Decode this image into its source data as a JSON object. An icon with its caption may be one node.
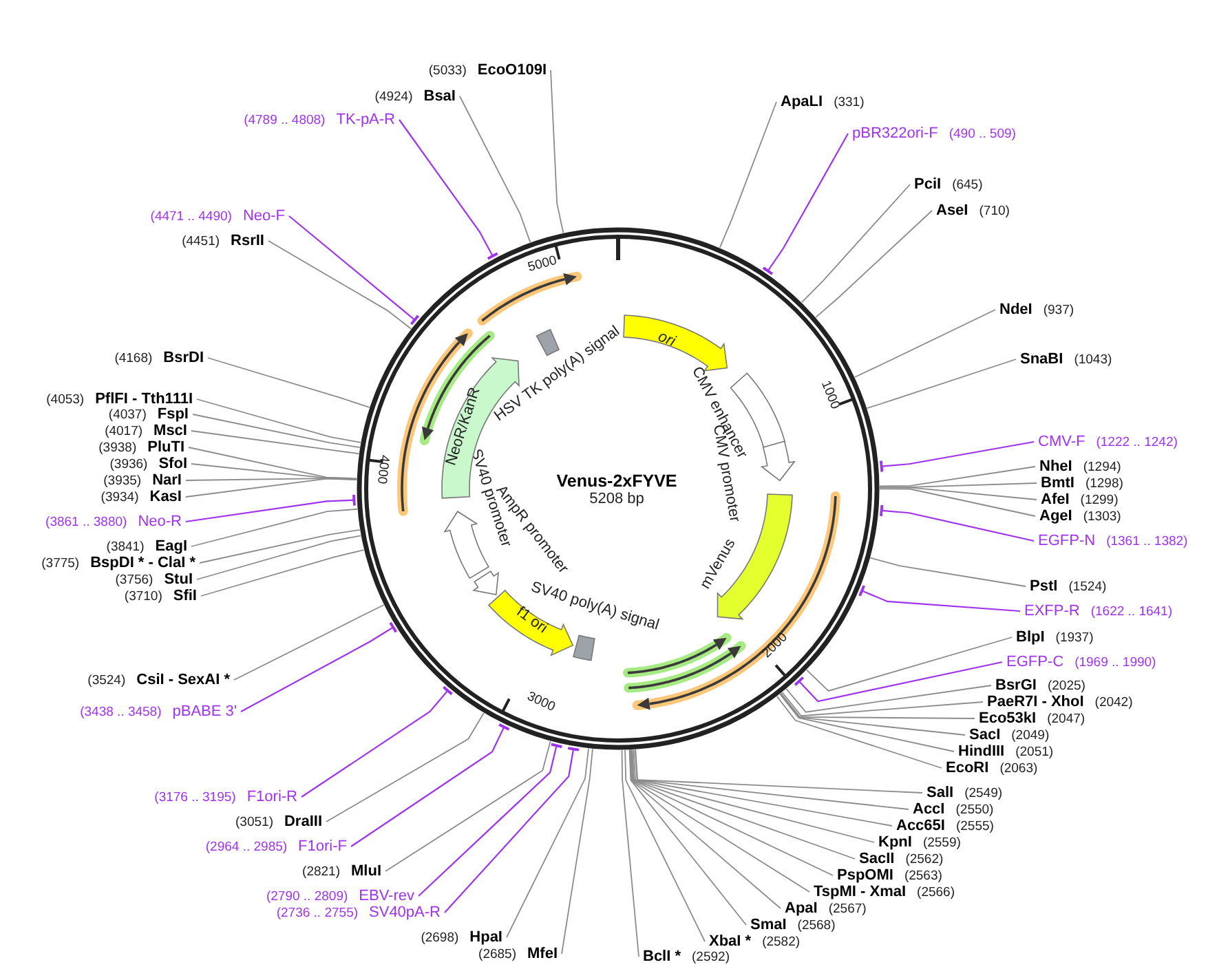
{
  "diagram": {
    "title": "Venus-2xFYVE",
    "nodes": [
      {
        "text": [],
        "shape": "circle"
      },
      {
        "text": [
          "ApaLI",
          "(331)"
        ]
      },
      {
        "text": [
          "pBR322ori-F",
          "(490 .. 509)"
        ]
      },
      {
        "text": [
          "PciI",
          "(645)"
        ]
      },
      {
        "text": [
          "AseI",
          "(710)"
        ]
      },
      {
        "text": [
          "NdeI",
          "(937)"
        ]
      },
      {
        "text": [
          "SnaBI",
          "(1043)"
        ]
      },
      {
        "text": [
          "CMV-F",
          "(1222 .. 1242)"
        ]
      },
      {
        "text": [
          "NheI",
          "(1294)"
        ]
      },
      {
        "text": [
          "BmtI",
          "(1298)"
        ]
      },
      {
        "text": [
          "AfeI",
          "(1299)"
        ]
      },
      {
        "text": [
          "AgeI",
          "(1303)"
        ]
      },
      {
        "text": [
          "EGFP-N",
          "(1361 .. 1382)"
        ]
      },
      {
        "text": [
          "PstI",
          "(1524)"
        ]
      },
      {
        "text": [
          "EXFP-R",
          "(1622 .. 1641)"
        ]
      },
      {
        "text": [
          "BlpI",
          "(1937)"
        ]
      },
      {
        "text": [
          "EGFP-C",
          "(1969 .. 1990)"
        ]
      },
      {
        "text": [
          "BsrGI",
          "(2025)"
        ]
      },
      {
        "text": [
          "PaeR7I - XhoI",
          "(2042)"
        ]
      },
      {
        "text": [
          "Eco53kI",
          "(2047)"
        ]
      },
      {
        "text": [
          "SacI",
          "(2049)"
        ]
      },
      {
        "text": [
          "HindIII",
          "(2051)"
        ]
      },
      {
        "text": [
          "EcoRI",
          "(2063)"
        ]
      },
      {
        "text": [
          "SalI",
          "(2549)"
        ]
      },
      {
        "text": [
          "AccI",
          "(2550)"
        ]
      },
      {
        "text": [
          "Acc65I",
          "(2555)"
        ]
      },
      {
        "text": [
          "KpnI",
          "(2559)"
        ]
      },
      {
        "text": [
          "SacII",
          "(2562)"
        ]
      },
      {
        "text": [
          "PspOMI",
          "(2563)"
        ]
      },
      {
        "text": [
          "TspMI - XmaI",
          "(2566)"
        ]
      },
      {
        "text": [
          "ApaI",
          "(2567)"
        ]
      },
      {
        "text": [
          "SmaI",
          "(2568)"
        ]
      },
      {
        "text": [
          "XbaI *",
          "(2582)"
        ]
      },
      {
        "text": [
          "BclI *",
          "(2592)"
        ]
      },
      {
        "text": [
          "(2685)",
          "MfeI"
        ]
      },
      {
        "text": [
          "(2698)",
          "HpaI"
        ]
      },
      {
        "text": [
          "(2736 .. 2755)",
          "SV40pA-R"
        ]
      },
      {
        "text": [
          "(2790 .. 2809)",
          "EBV-rev"
        ]
      },
      {
        "text": [
          "(2821)",
          "MluI"
        ]
      },
      {
        "text": [
          "(2964 .. 2985)",
          "F1ori-F"
        ]
      },
      {
        "text": [
          "(3051)",
          "DraIII"
        ]
      },
      {
        "text": [
          "(3176 .. 3195)",
          "F1ori-R"
        ]
      },
      {
        "text": [
          "(3438 .. 3458)",
          "pBABE 3'"
        ]
      },
      {
        "text": [
          "(3524)",
          "CsiI - SexAI *"
        ]
      },
      {
        "text": [
          "(3710)",
          "SfiI"
        ]
      },
      {
        "text": [
          "(3756)",
          "StuI"
        ]
      },
      {
        "text": [
          "(3775)",
          "BspDI * - ClaI *"
        ]
      },
      {
        "text": [
          "(3841)",
          "EagI"
        ]
      },
      {
        "text": [
          "(3861 .. 3880)",
          "Neo-R"
        ]
      },
      {
        "text": [
          "(3934)",
          "KasI"
        ]
      },
      {
        "text": [
          "(3935)",
          "NarI"
        ]
      },
      {
        "text": [
          "(3936)",
          "SfoI"
        ]
      },
      {
        "text": [
          "(3938)",
          "PluTI"
        ]
      },
      {
        "text": [
          "(4017)",
          "MscI"
        ]
      },
      {
        "text": [
          "(4037)",
          "FspI"
        ]
      },
      {
        "text": [
          "(4053)",
          "PflFI - Tth111I"
        ]
      },
      {
        "text": [
          "(4168)",
          "BsrDI"
        ]
      },
      {
        "text": [
          "(4451)",
          "RsrII"
        ]
      },
      {
        "text": [
          "(4471 .. 4490)",
          "Neo-F"
        ]
      },
      {
        "text": [
          "(4789 .. 4808)",
          "TK-pA-R"
        ]
      },
      {
        "text": [
          "(4924)",
          "BsaI"
        ]
      },
      {
        "text": [
          "(5033)",
          "EcoO109I"
        ]
      },
      {
        "text": [
          "ori"
        ],
        "in": 0
      },
      {
        "text": [
          "CMV enhancer"
        ],
        "in": 0
      },
      {
        "text": [
          "CMV promoter"
        ],
        "in": 0
      },
      {
        "text": [
          "mVenus"
        ],
        "in": 0
      },
      {
        "text": [
          "SV40 poly(A) signal"
        ],
        "in": 0
      },
      {
        "text": [
          "f1 ori"
        ],
        "in": 0
      },
      {
        "text": [
          "AmpR promoter"
        ],
        "in": 0
      },
      {
        "text": [
          "SV40 promoter"
        ],
        "in": 0
      },
      {
        "text": [
          "NeoR/KanR"
        ],
        "in": 0
      },
      {
        "text": [
          "HSV TK poly(A) signal"
        ],
        "in": 0
      }
    ],
    "edges": [
      {
        "from": 1,
        "to": 0,
        "arrow": "none"
      },
      {
        "from": 2,
        "to": 0,
        "arrow": "other",
        "color": "#a033f0"
      },
      {
        "from": 3,
        "to": 0,
        "arrow": "none"
      },
      {
        "from": 4,
        "to": 0,
        "arrow": "none"
      },
      {
        "from": 5,
        "to": 0,
        "arrow": "none"
      },
      {
        "from": 6,
        "to": 0,
        "arrow": "none"
      },
      {
        "from": 7,
        "to": 0,
        "arrow": "other",
        "color": "#a033f0"
      },
      {
        "from": 8,
        "to": 0,
        "arrow": "none"
      },
      {
        "from": 9,
        "to": 0,
        "arrow": "none"
      },
      {
        "from": 10,
        "to": 0,
        "arrow": "none"
      },
      {
        "from": 11,
        "to": 0,
        "arrow": "none"
      },
      {
        "from": 12,
        "to": 0,
        "arrow": "other",
        "color": "#a033f0"
      },
      {
        "from": 13,
        "to": 0,
        "arrow": "none"
      },
      {
        "from": 14,
        "to": 0,
        "arrow": "other",
        "color": "#a033f0"
      },
      {
        "from": 15,
        "to": 0,
        "arrow": "none"
      },
      {
        "from": 16,
        "to": 0,
        "arrow": "other",
        "color": "#a033f0"
      },
      {
        "from": 17,
        "to": 0,
        "arrow": "none"
      },
      {
        "from": 18,
        "to": 0,
        "arrow": "none"
      },
      {
        "from": 19,
        "to": 0,
        "arrow": "none"
      },
      {
        "from": 20,
        "to": 0,
        "arrow": "none"
      },
      {
        "from": 21,
        "to": 0,
        "arrow": "none"
      },
      {
        "from": 22,
        "to": 0,
        "arrow": "none"
      },
      {
        "from": 23,
        "to": 0,
        "arrow": "none"
      },
      {
        "from": 24,
        "to": 0,
        "arrow": "none"
      },
      {
        "from": 25,
        "to": 0,
        "arrow": "none"
      },
      {
        "from": 26,
        "to": 0,
        "arrow": "none"
      },
      {
        "from": 27,
        "to": 0,
        "arrow": "none"
      },
      {
        "from": 28,
        "to": 0,
        "arrow": "none"
      },
      {
        "from": 29,
        "to": 0,
        "arrow": "none"
      },
      {
        "from": 30,
        "to": 0,
        "arrow": "none"
      },
      {
        "from": 31,
        "to": 0,
        "arrow": "none"
      },
      {
        "from": 32,
        "to": 0,
        "arrow": "none"
      },
      {
        "from": 33,
        "to": 0,
        "arrow": "none"
      },
      {
        "from": 34,
        "to": 0,
        "arrow": "none"
      },
      {
        "from": 35,
        "to": 0,
        "arrow": "none"
      },
      {
        "from": 36,
        "to": 0,
        "arrow": "other",
        "color": "#a033f0"
      },
      {
        "from": 37,
        "to": 0,
        "arrow": "other",
        "color": "#a033f0"
      },
      {
        "from": 38,
        "to": 0,
        "arrow": "none"
      },
      {
        "from": 39,
        "to": 0,
        "arrow": "other",
        "color": "#a033f0"
      },
      {
        "from": 40,
        "to": 0,
        "arrow": "none"
      },
      {
        "from": 41,
        "to": 0,
        "arrow": "other",
        "color": "#a033f0"
      },
      {
        "from": 42,
        "to": 0,
        "arrow": "other",
        "color": "#a033f0"
      },
      {
        "from": 43,
        "to": 0,
        "arrow": "none"
      },
      {
        "from": 44,
        "to": 0,
        "arrow": "none"
      },
      {
        "from": 45,
        "to": 0,
        "arrow": "none"
      },
      {
        "from": 46,
        "to": 0,
        "arrow": "none"
      },
      {
        "from": 47,
        "to": 0,
        "arrow": "none"
      },
      {
        "from": 48,
        "to": 0,
        "arrow": "other",
        "color": "#a033f0"
      },
      {
        "from": 49,
        "to": 0,
        "arrow": "none"
      },
      {
        "from": 50,
        "to": 0,
        "arrow": "none"
      },
      {
        "from": 51,
        "to": 0,
        "arrow": "none"
      },
      {
        "from": 52,
        "to": 0,
        "arrow": "none"
      },
      {
        "from": 53,
        "to": 0,
        "arrow": "none"
      },
      {
        "from": 54,
        "to": 0,
        "arrow": "none"
      },
      {
        "from": 55,
        "to": 0,
        "arrow": "none"
      },
      {
        "from": 56,
        "to": 0,
        "arrow": "none"
      },
      {
        "from": 57,
        "to": 0,
        "arrow": "none"
      },
      {
        "from": 58,
        "to": 0,
        "arrow": "other",
        "color": "#a033f0"
      },
      {
        "from": 59,
        "to": 0,
        "arrow": "other",
        "color": "#a033f0"
      },
      {
        "from": 60,
        "to": 0,
        "arrow": "none"
      },
      {
        "from": 61,
        "to": 0,
        "arrow": "none"
      }
    ],
    "labels": [
      "5208 bp",
      "1000",
      "2000",
      "3000",
      "4000",
      "5000"
    ]
  }
}
